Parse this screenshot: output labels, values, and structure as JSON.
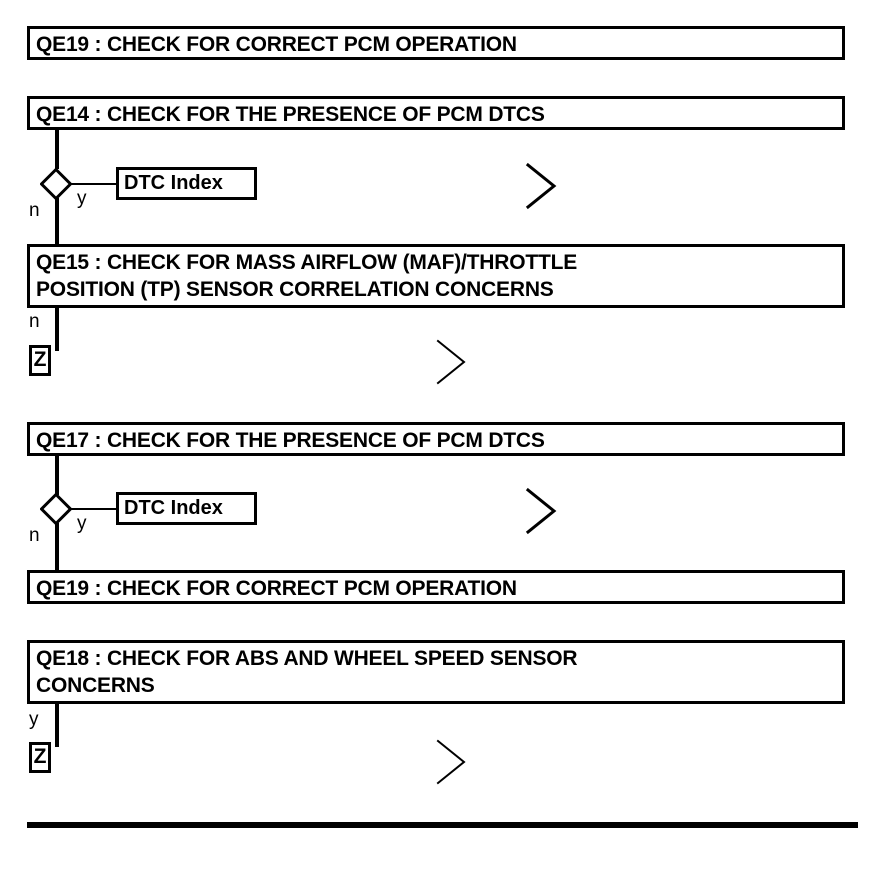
{
  "document": {
    "type": "diagnostic-flowchart",
    "ink_color": "#000000",
    "background_color": "#ffffff"
  },
  "steps": [
    {
      "id": "qe19-top",
      "label": "QE19 : CHECK FOR CORRECT PCM OPERATION"
    },
    {
      "id": "qe14",
      "label": "QE14 : CHECK FOR THE PRESENCE OF PCM DTCS"
    },
    {
      "id": "qe15",
      "label": "QE15 : CHECK FOR MASS AIRFLOW (MAF)/THROTTLE\nPOSITION (TP) SENSOR CORRELATION CONCERNS"
    },
    {
      "id": "qe17",
      "label": "QE17 : CHECK FOR THE PRESENCE OF PCM DTCS"
    },
    {
      "id": "qe19-bottom",
      "label": "QE19 : CHECK FOR CORRECT PCM OPERATION"
    },
    {
      "id": "qe18",
      "label": "QE18 : CHECK FOR ABS AND WHEEL SPEED SENSOR\nCONCERNS"
    }
  ],
  "references": [
    {
      "id": "dtc-index-1",
      "label": "DTC Index"
    },
    {
      "id": "dtc-index-2",
      "label": "DTC Index"
    }
  ],
  "terminators": [
    {
      "id": "term-z-1",
      "label": "Z"
    },
    {
      "id": "term-z-2",
      "label": "Z"
    }
  ],
  "branch_labels": [
    {
      "id": "qe14-no",
      "label": "n"
    },
    {
      "id": "qe14-yes",
      "label": "y"
    },
    {
      "id": "qe15-no",
      "label": "n"
    },
    {
      "id": "qe17-no",
      "label": "n"
    },
    {
      "id": "qe17-yes",
      "label": "y"
    },
    {
      "id": "qe18-yes",
      "label": "y"
    }
  ],
  "chevrons": [
    {
      "id": "chevron-1"
    },
    {
      "id": "chevron-2"
    },
    {
      "id": "chevron-3"
    },
    {
      "id": "chevron-4"
    }
  ]
}
